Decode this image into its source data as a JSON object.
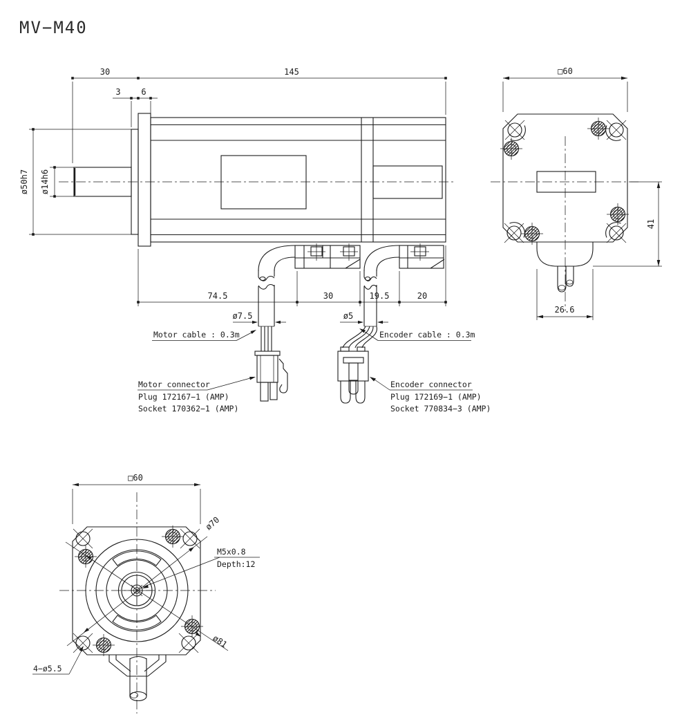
{
  "title": "MV−M40",
  "side_view": {
    "dims": {
      "shaft_length": "30",
      "body_length": "145",
      "shoulder": "3",
      "flange_thickness": "6",
      "boss_diameter": "ø50h7",
      "shaft_diameter": "ø14h6",
      "seg_74_5": "74.5",
      "seg_30": "30",
      "seg_19_5": "19.5",
      "seg_20": "20",
      "motor_cable_dia": "ø7.5",
      "encoder_cable_dia": "ø5"
    },
    "labels": {
      "motor_cable": "Motor cable : 0.3m",
      "encoder_cable": "Encoder cable : 0.3m",
      "motor_connector_title": "Motor connector",
      "motor_connector_plug": "Plug 172167−1 (AMP)",
      "motor_connector_socket": "Socket 170362−1 (AMP)",
      "encoder_connector_title": "Encoder connector",
      "encoder_connector_plug": "Plug 172169−1 (AMP)",
      "encoder_connector_socket": "Socket 770834−3 (AMP)"
    }
  },
  "rear_view": {
    "dims": {
      "frame_size": "□60",
      "center_to_connector": "41",
      "connector_width": "26.6"
    }
  },
  "front_view": {
    "dims": {
      "frame_size": "□60",
      "pilot_diameter": "ø70",
      "tap_thread": "M5x0.8",
      "tap_depth": "Depth:12",
      "corner_circle": "ø81",
      "mounting_holes": "4−ø5.5"
    }
  }
}
